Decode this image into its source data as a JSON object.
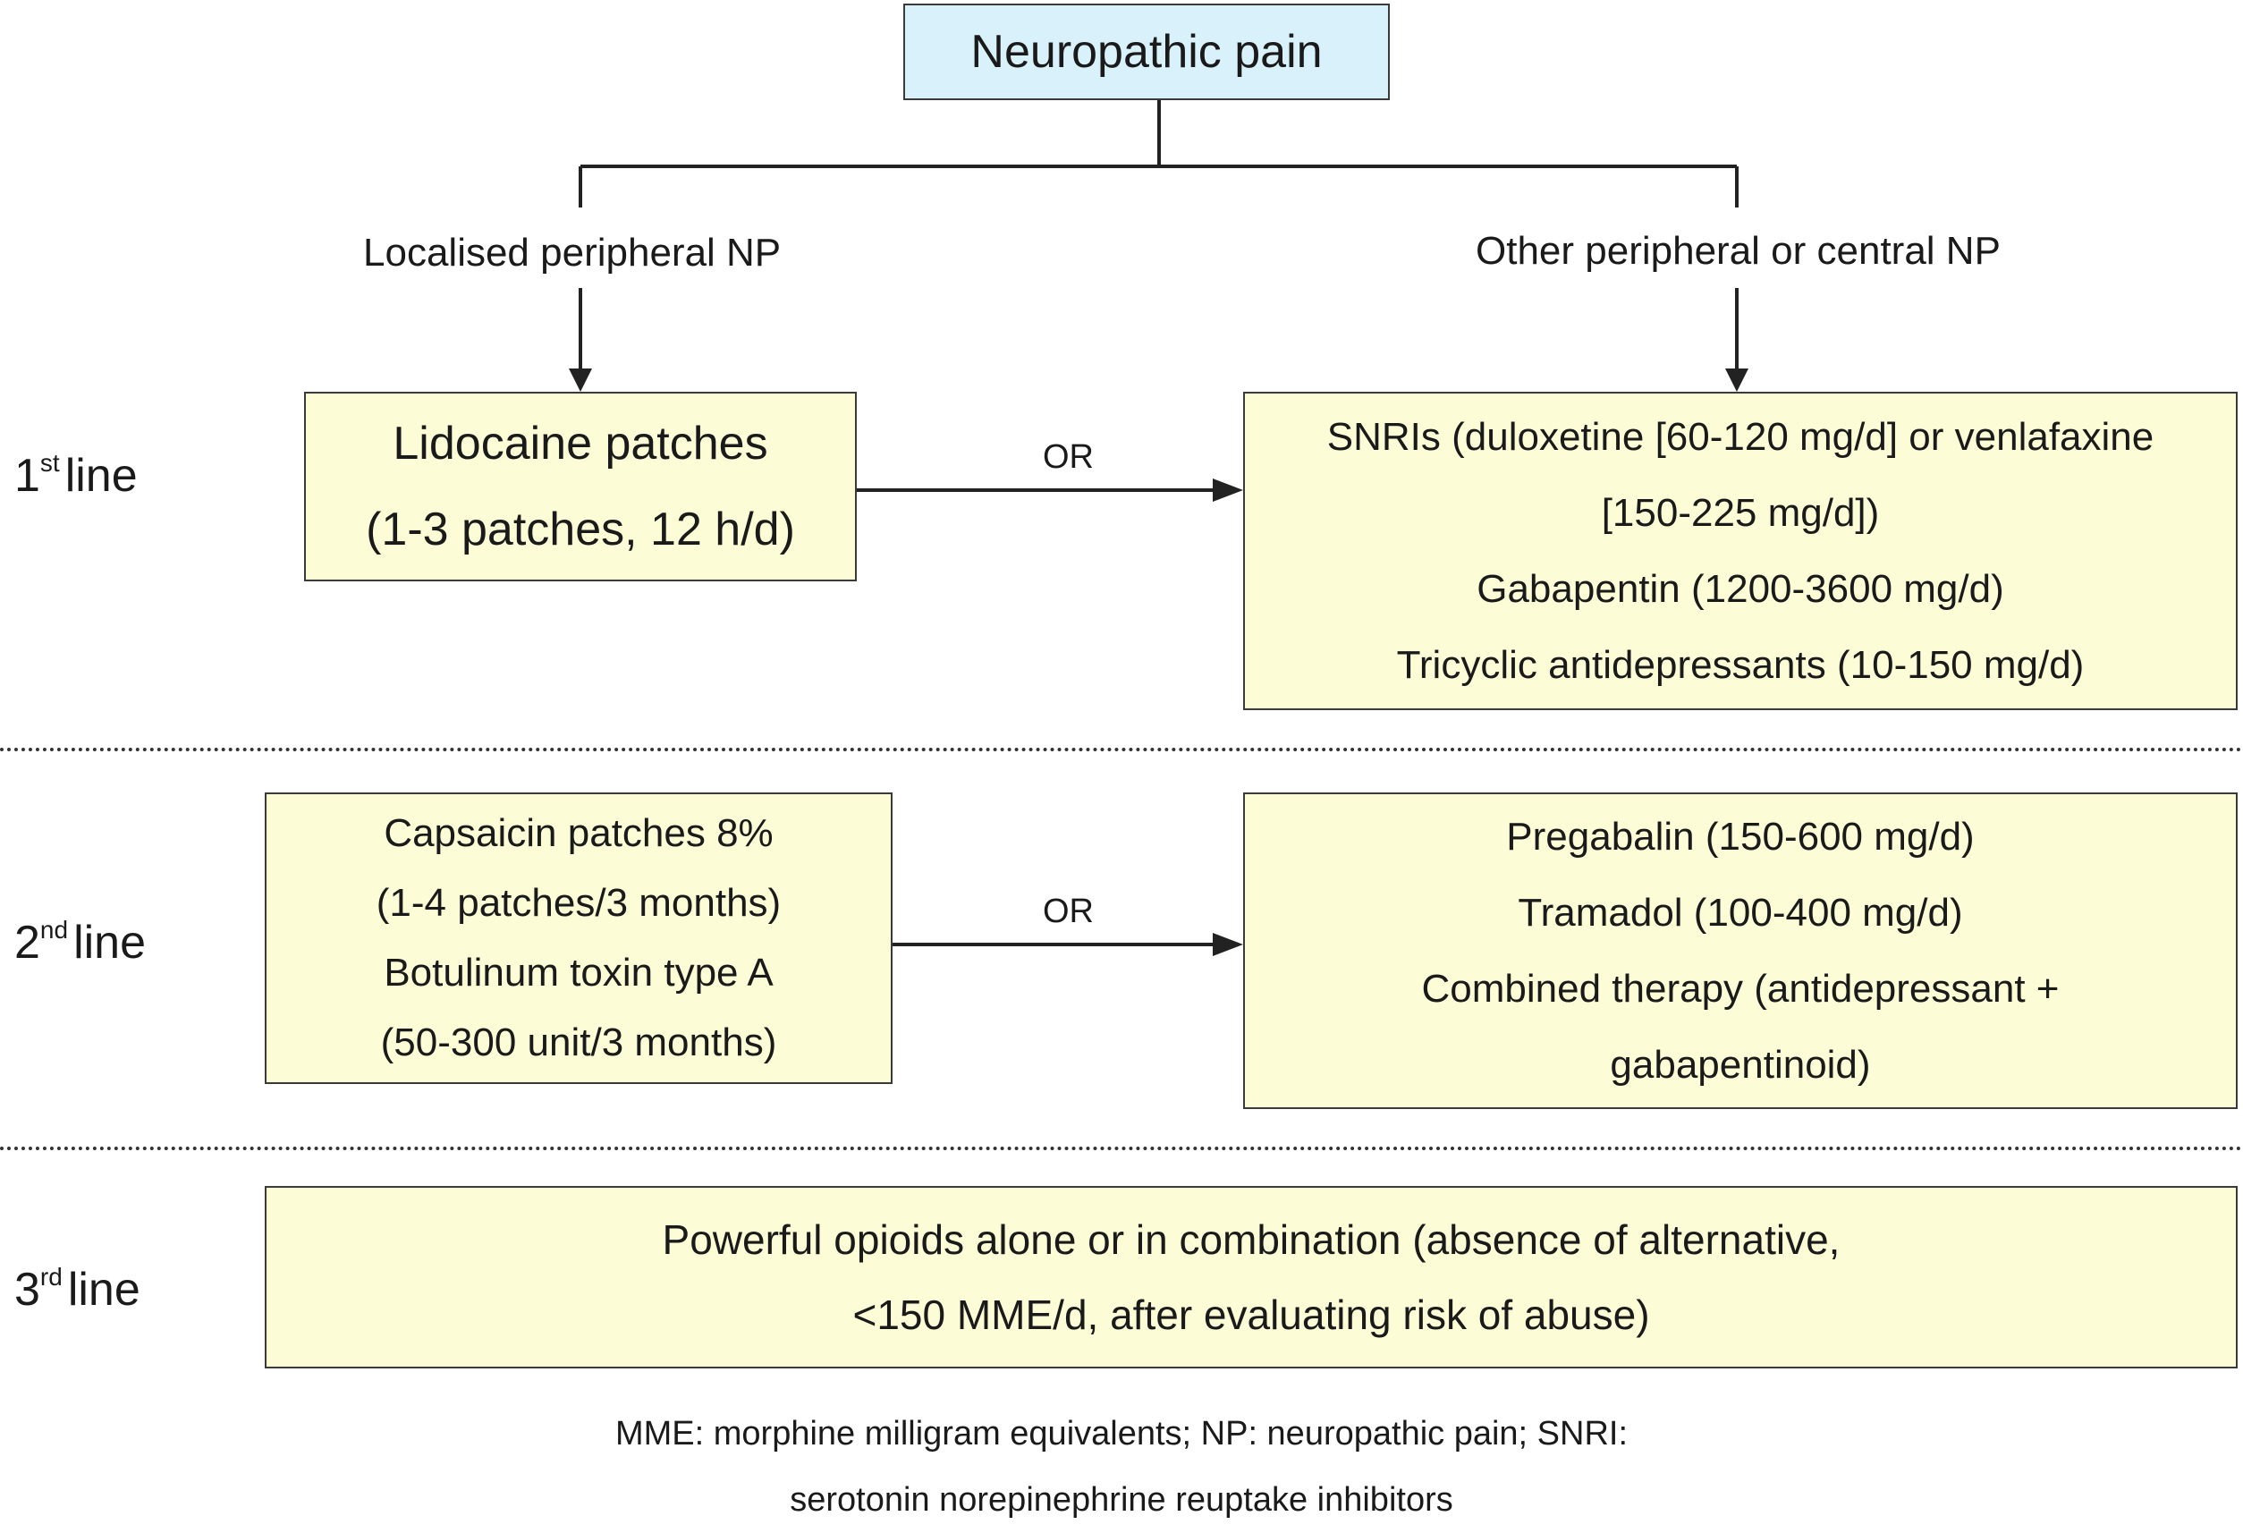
{
  "root": "Neuropathic pain",
  "branches": {
    "left": "Localised peripheral NP",
    "right": "Other peripheral or central NP"
  },
  "connector_label": "OR",
  "tiers": [
    {
      "ordinal": "1",
      "suffix": "st",
      "word": "line",
      "left_box": [
        "Lidocaine patches",
        "(1-3 patches, 12 h/d)"
      ],
      "right_box": [
        "SNRIs (duloxetine [60-120 mg/d] or venlafaxine",
        "[150-225 mg/d])",
        "Gabapentin (1200-3600 mg/d)",
        "Tricyclic antidepressants (10-150 mg/d)"
      ]
    },
    {
      "ordinal": "2",
      "suffix": "nd",
      "word": "line",
      "left_box": [
        "Capsaicin patches 8%",
        "(1-4 patches/3 months)",
        "Botulinum toxin type A",
        "(50-300 unit/3 months)"
      ],
      "right_box": [
        "Pregabalin (150-600 mg/d)",
        "Tramadol (100-400 mg/d)",
        "Combined therapy (antidepressant +",
        "gabapentinoid)"
      ]
    },
    {
      "ordinal": "3",
      "suffix": "rd",
      "word": "line",
      "box": [
        "Powerful opioids alone or in combination (absence of alternative,",
        "<150 MME/d, after evaluating risk of abuse)"
      ]
    }
  ],
  "footnote": [
    "MME: morphine milligram equivalents; NP: neuropathic pain; SNRI:",
    "serotonin norepinephrine reuptake inhibitors"
  ],
  "colors": {
    "root_fill": "#d9f1fa",
    "box_fill": "#fcfcd6",
    "stroke": "#3a3a3a"
  }
}
